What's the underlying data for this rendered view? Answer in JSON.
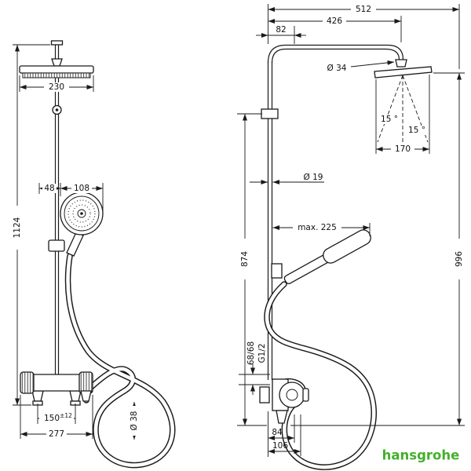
{
  "drawing": {
    "brand": {
      "logo_text": "hansgrohe",
      "logo_color": "#43B02A"
    },
    "front_view": {
      "total_height": "1124",
      "head_width": "230",
      "handshower_offset": "48",
      "handshower_width": "108",
      "connection_spacing": "150",
      "connection_tolerance": "±12",
      "valve_width": "277",
      "hose_loop_diameter": "Ø 38"
    },
    "side_view": {
      "overall_reach": "512",
      "arm_reach": "426",
      "wall_offset": "82",
      "head_connector_diameter": "Ø 34",
      "spray_angle_left": "15 °",
      "spray_angle_right": "15 °",
      "head_depth": "170",
      "pipe_diameter": "Ø 19",
      "bracket_height": "874",
      "handshower_reach": "max. 225",
      "head_height": "996",
      "inlet_offset": "68/68",
      "inlet_thread": "G1/2",
      "valve_depth_body": "84",
      "valve_depth_total": "106"
    }
  }
}
